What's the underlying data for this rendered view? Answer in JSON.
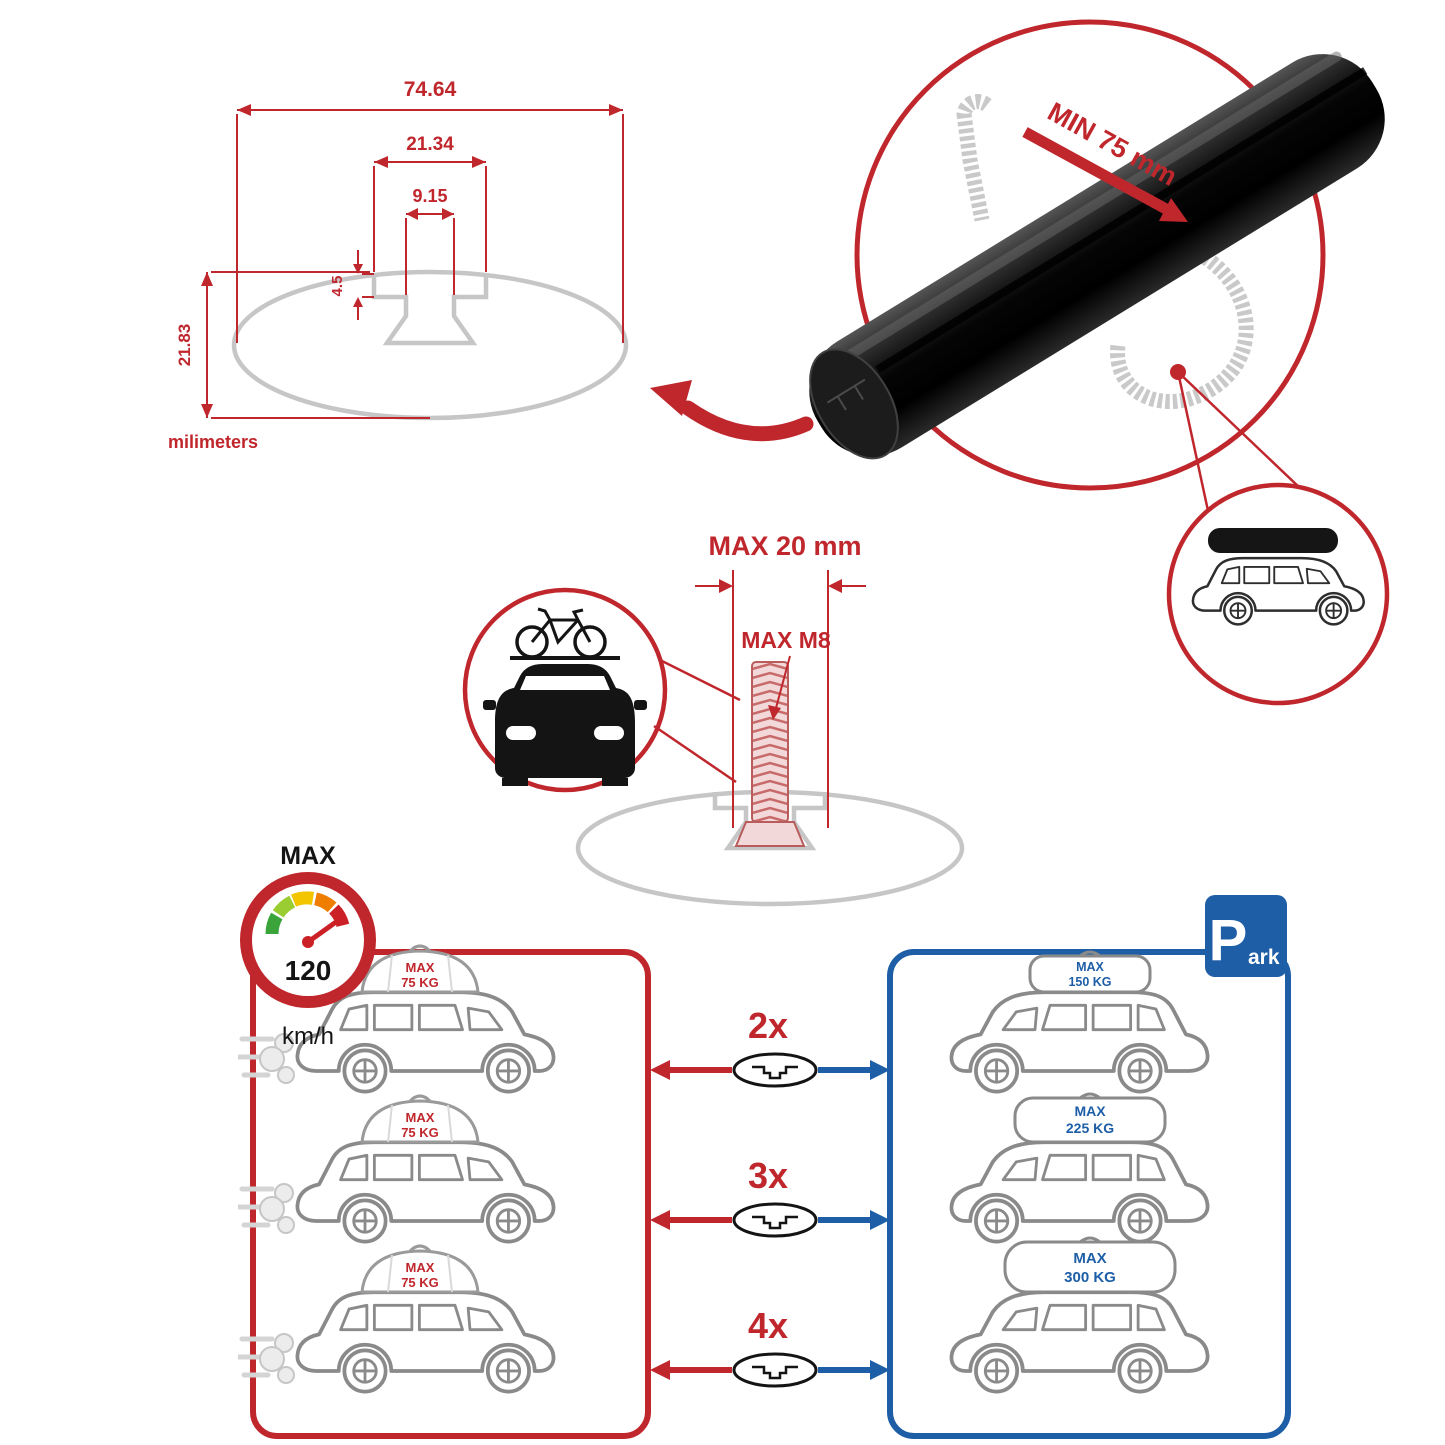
{
  "colors": {
    "red": "#c0272d",
    "blue": "#1e5ea7",
    "gray": "#c6c6c6",
    "black": "#141414"
  },
  "dimension_drawing": {
    "width_total": "74.64",
    "width_channel": "21.34",
    "width_slot": "9.15",
    "depth_step": "4.5",
    "height_total": "21.83",
    "unit": "milimeters"
  },
  "clamp_detail": {
    "min_clearance": "MIN 75 mm"
  },
  "bolt_detail": {
    "max_width": "MAX 20 mm",
    "max_thread": "MAX M8"
  },
  "speedometer": {
    "top_label": "MAX",
    "value": "120",
    "unit": "km/h"
  },
  "load_panel_left": {
    "cars": [
      {
        "line1": "MAX",
        "line2": "75 KG"
      },
      {
        "line1": "MAX",
        "line2": "75 KG"
      },
      {
        "line1": "MAX",
        "line2": "75 KG"
      }
    ]
  },
  "multipliers": [
    {
      "label": "2x"
    },
    {
      "label": "3x"
    },
    {
      "label": "4x"
    }
  ],
  "load_panel_right": {
    "cars": [
      {
        "line1": "MAX",
        "line2": "150 KG"
      },
      {
        "line1": "MAX",
        "line2": "225 KG"
      },
      {
        "line1": "MAX",
        "line2": "300 KG"
      }
    ]
  },
  "park_sign": {
    "p": "P",
    "suffix": "ark"
  },
  "icons": {
    "speedometer": "gauge-icon",
    "car_front_with_bike": "car-with-bike-icon",
    "suv_side": "suv-icon",
    "roof_bag": "cargo-bag-icon",
    "roof_box": "cargo-box-icon",
    "crossbar_end": "bar-end-oval-icon",
    "crossbar_3d": "crossbar-icon",
    "u_bolt": "u-bolt-icon",
    "park": "park-sign-icon"
  }
}
